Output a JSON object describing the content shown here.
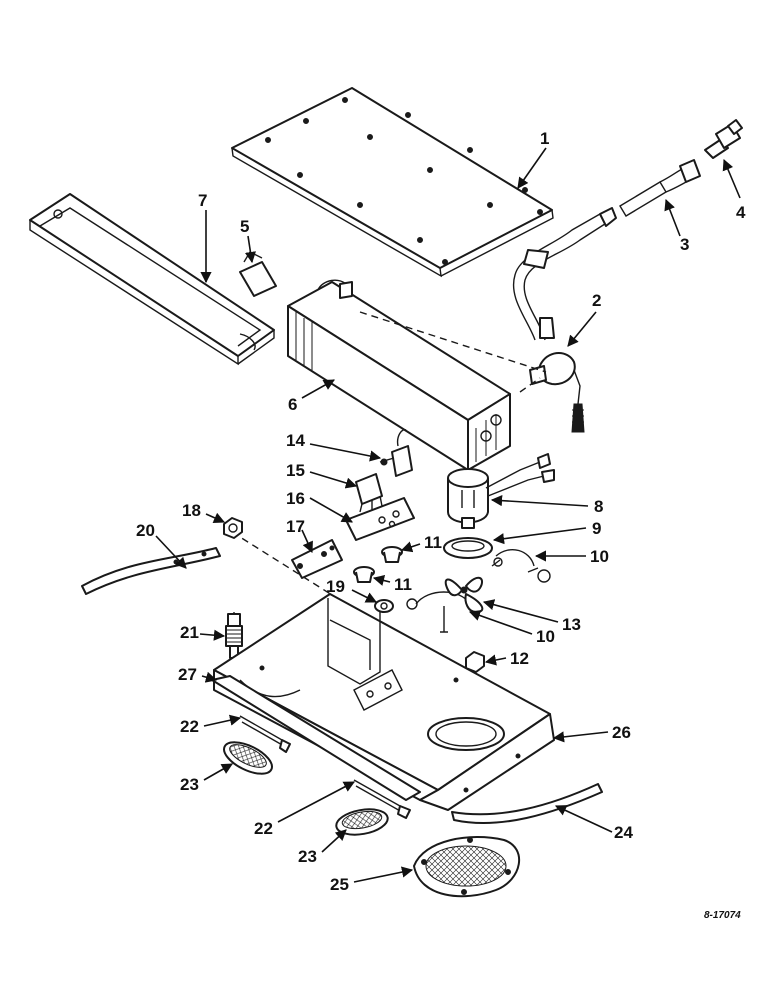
{
  "callouts": [
    "1",
    "2",
    "3",
    "4",
    "5",
    "6",
    "7",
    "8",
    "9",
    "10",
    "10",
    "11",
    "11",
    "12",
    "13",
    "14",
    "15",
    "16",
    "17",
    "18",
    "19",
    "20",
    "21",
    "22",
    "22",
    "23",
    "23",
    "24",
    "25",
    "26",
    "27"
  ],
  "reference_code": "8-17074",
  "colors": {
    "ink": "#1a1a1a",
    "paper": "#ffffff"
  }
}
